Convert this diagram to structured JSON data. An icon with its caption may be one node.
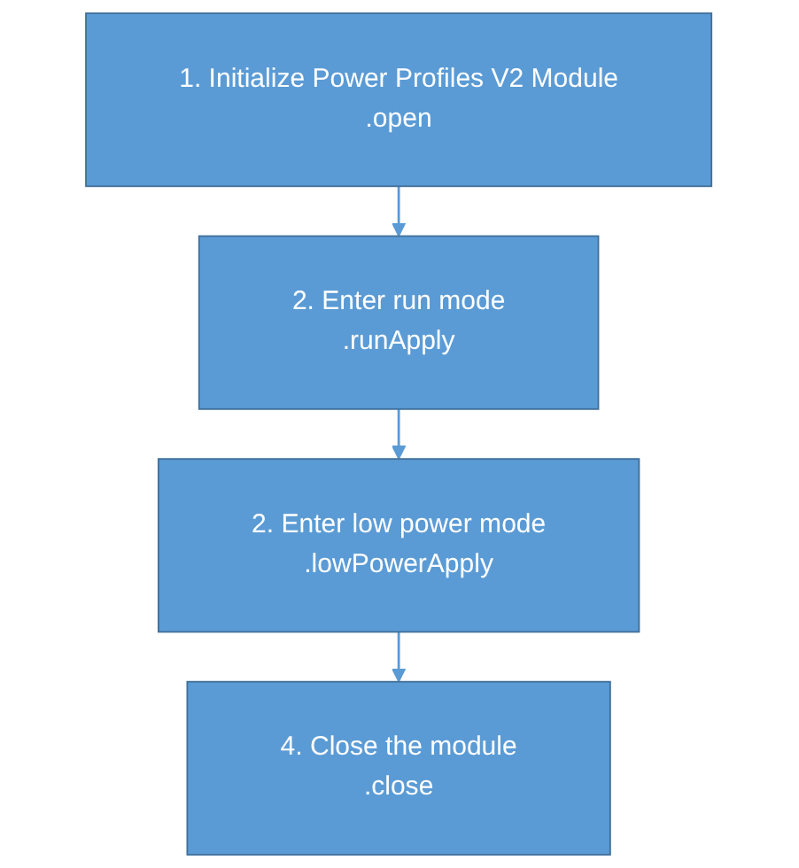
{
  "diagram": {
    "nodes": [
      {
        "text": [
          "1. Initialize Power Profiles V2 Module",
          ".open"
        ]
      },
      {
        "text": [
          "2. Enter run mode",
          ".runApply"
        ]
      },
      {
        "text": [
          "2. Enter low power mode",
          ".lowPowerApply"
        ]
      },
      {
        "text": [
          "4. Close the module",
          ".close"
        ]
      }
    ],
    "edges": [
      {
        "from": 0,
        "to": 1,
        "arrow": "to"
      },
      {
        "from": 1,
        "to": 2,
        "arrow": "to"
      },
      {
        "from": 2,
        "to": 3,
        "arrow": "to"
      }
    ]
  }
}
